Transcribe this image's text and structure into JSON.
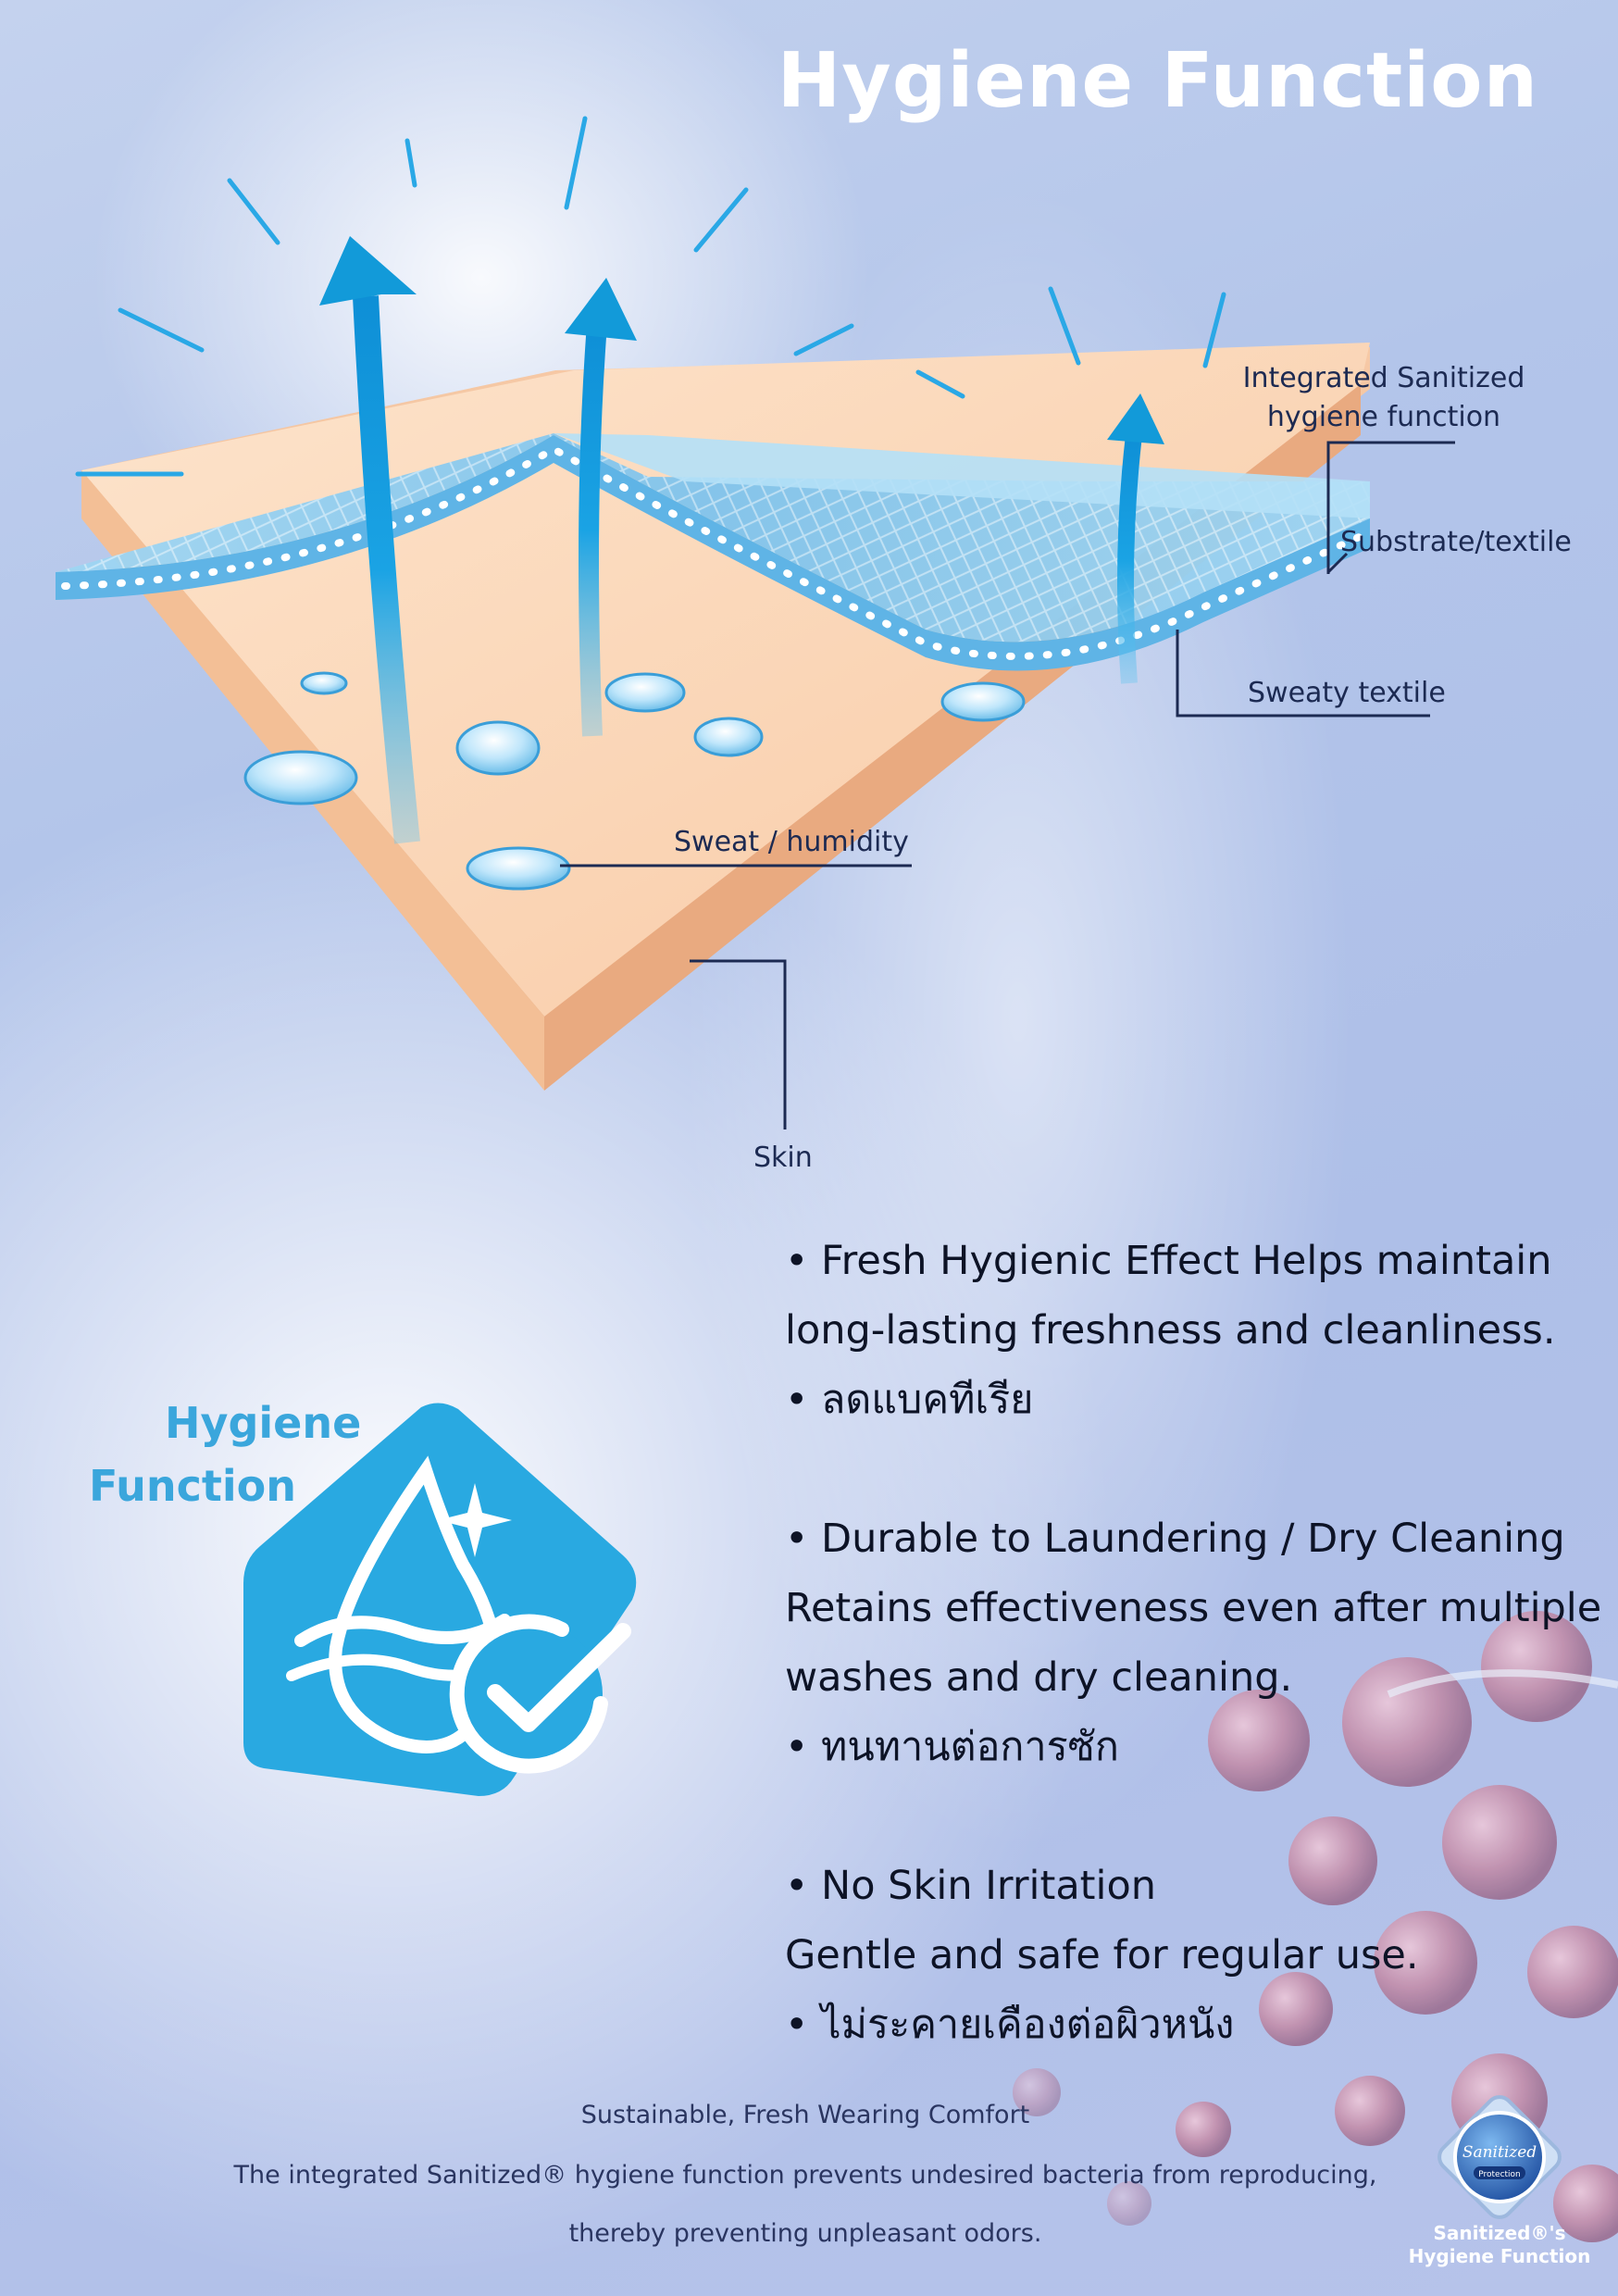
{
  "page": {
    "title": "Hygiene Function"
  },
  "diagram": {
    "callouts": {
      "integrated_line1": "Integrated Sanitized",
      "integrated_line2": "hygiene function",
      "substrate": "Substrate/textile",
      "sweaty_textile": "Sweaty textile",
      "sweat": "Sweat / humidity",
      "skin": "Skin"
    }
  },
  "benefits": [
    {
      "heading": "• Fresh Hygienic Effect Helps maintain",
      "body": [
        "long-lasting freshness and cleanliness."
      ],
      "thai": "• ลดแบคทีเรีย"
    },
    {
      "heading": "• Durable to Laundering / Dry Cleaning",
      "body": [
        "Retains effectiveness even after multiple",
        "washes and dry cleaning."
      ],
      "thai": "• ทนทานต่อการซัก"
    },
    {
      "heading": "• No Skin Irritation",
      "body": [
        "Gentle and safe for regular use."
      ],
      "thai": "• ไม่ระคายเคืองต่อผิวหนัง"
    }
  ],
  "badge": {
    "line1": "Hygiene",
    "line2": "Function",
    "icon": "water-drop-check-icon",
    "color": "#29a9e1"
  },
  "footer": {
    "tagline": "Sustainable, Fresh Wearing Comfort",
    "line1": "The integrated Sanitized® hygiene function prevents undesired bacteria from reproducing,",
    "line2": "thereby preventing unpleasant odors."
  },
  "seal": {
    "logo_text": "Sanitized",
    "logo_sub": "Protection",
    "caption_line1": "Sanitized®'s",
    "caption_line2": "Hygiene Function"
  },
  "colors": {
    "background": "#b3c5ea",
    "accent_blue": "#29a9e1",
    "skin": "#f9d3b3",
    "leader_line": "#1c2a52"
  }
}
